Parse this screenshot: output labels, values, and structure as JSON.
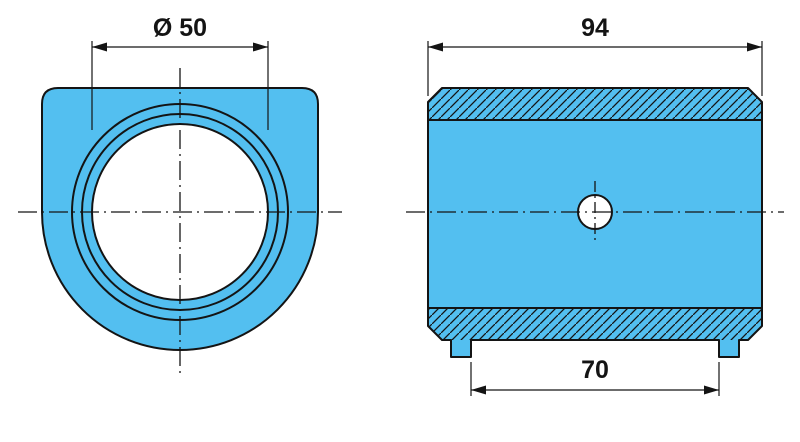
{
  "drawing": {
    "dimensions": {
      "bore_diameter_label": "Ø 50",
      "overall_width_label": "94",
      "foot_spacing_label": "70"
    },
    "colors": {
      "part_fill": "#53bff0",
      "line_color": "#141414",
      "hole_fill": "#ffffff",
      "background": "#ffffff"
    }
  }
}
